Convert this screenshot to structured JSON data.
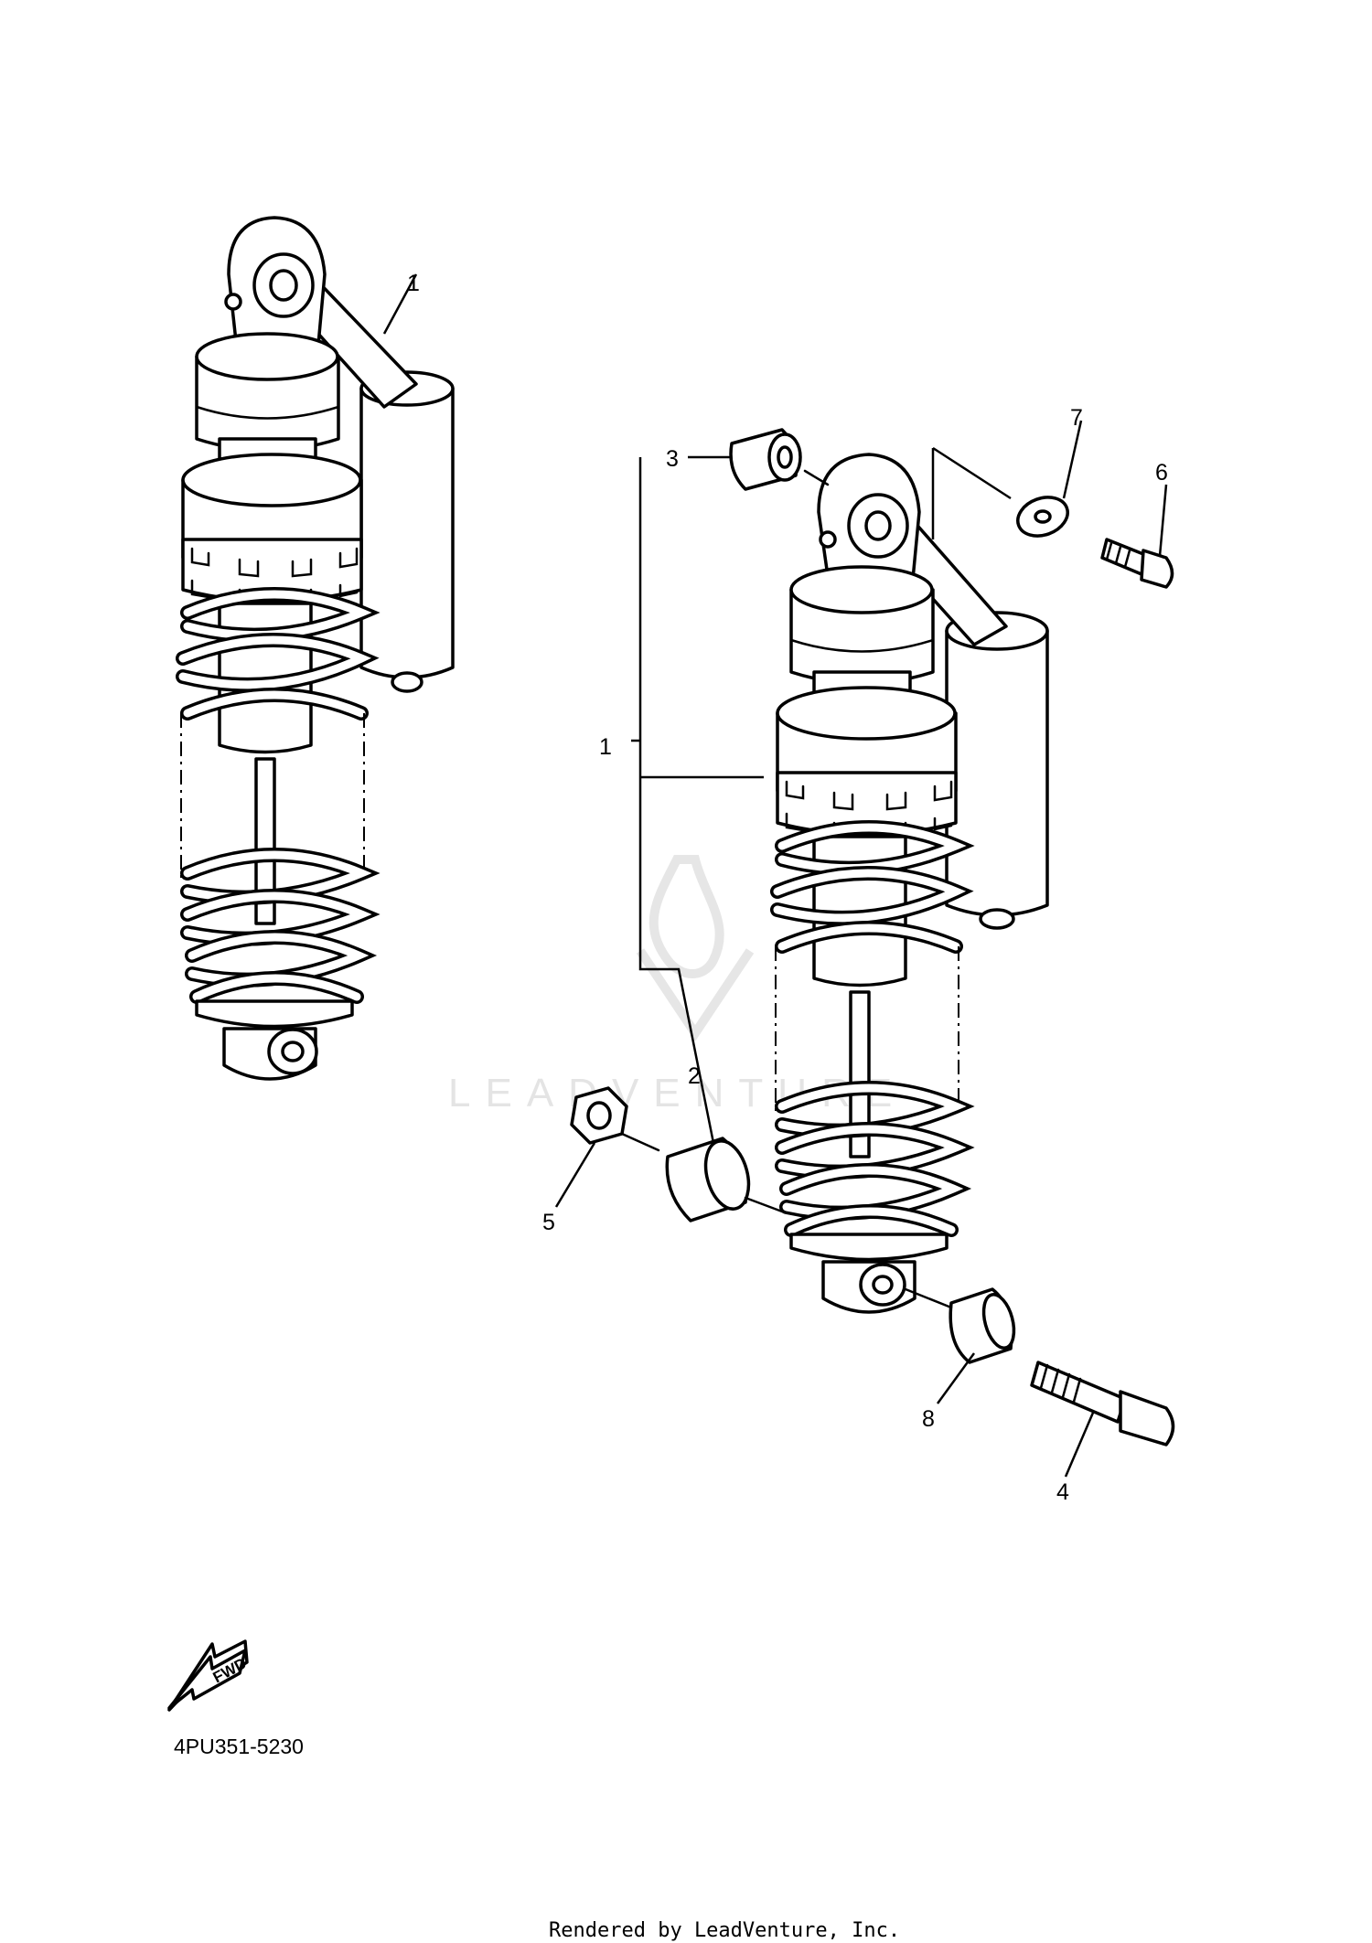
{
  "diagram": {
    "callouts": {
      "c1_left": "1",
      "c1_right": "1",
      "c2": "2",
      "c3": "3",
      "c4": "4",
      "c5": "5",
      "c6": "6",
      "c7": "7",
      "c8": "8"
    },
    "fwd_label": "FWD",
    "reference_code": "4PU351-5230",
    "watermark": "LEADVENTURE",
    "footer": "Rendered by LeadVenture, Inc."
  }
}
